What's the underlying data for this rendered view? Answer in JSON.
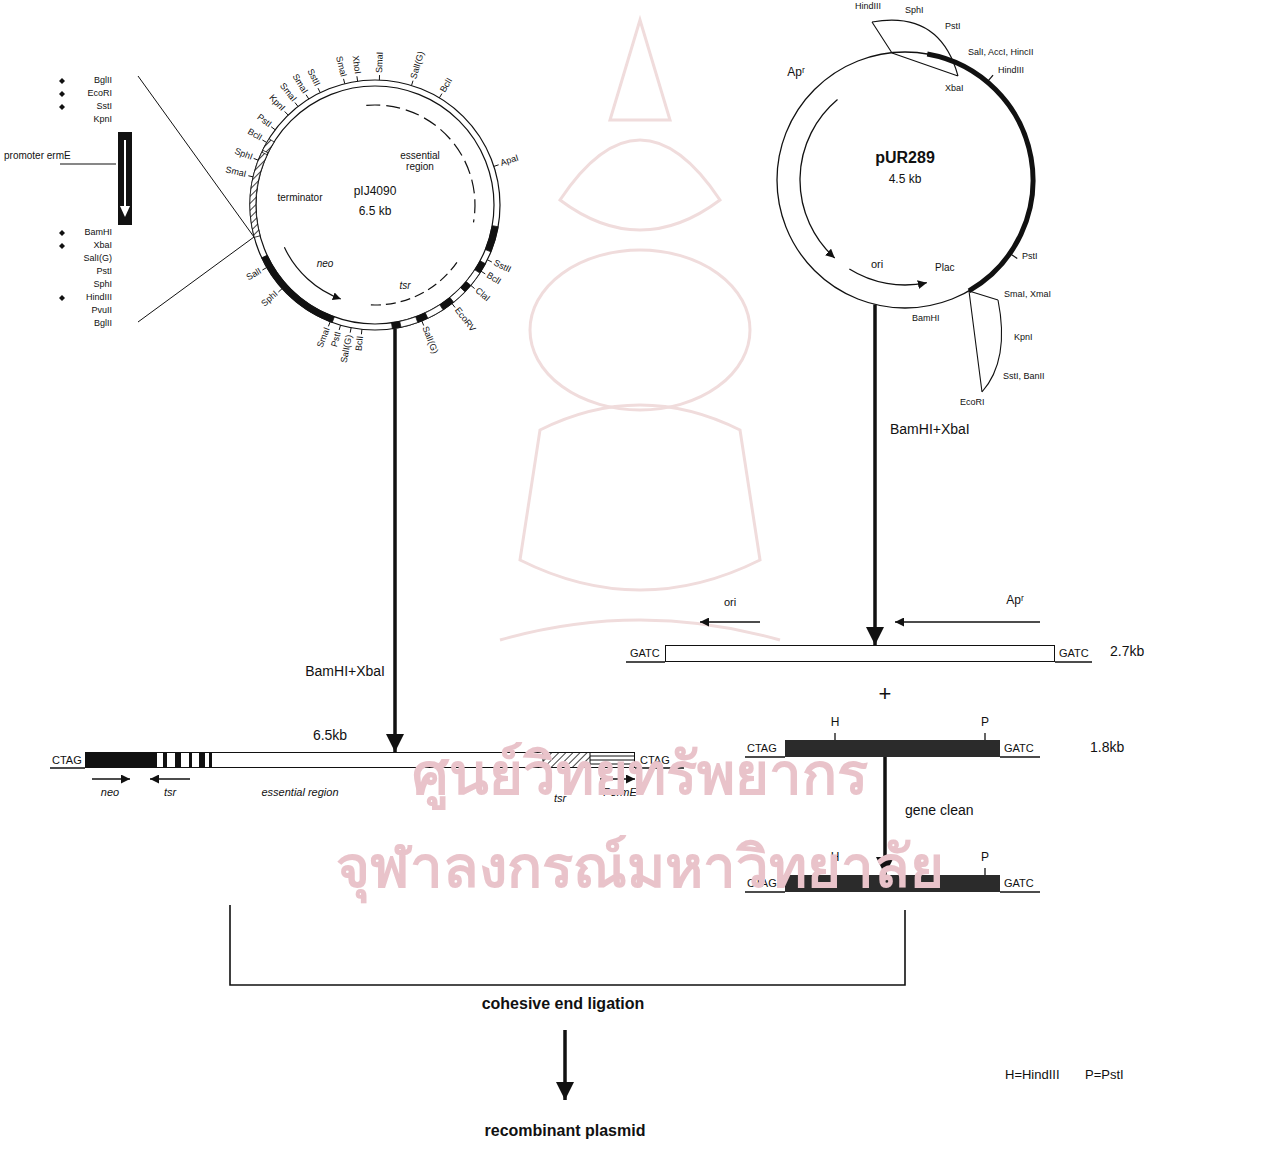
{
  "diagram": {
    "nodes": [
      {
        "text": [
          "pIJ4090",
          "6.5 kb"
        ]
      },
      {
        "text": [
          "pUR289",
          "4.5 kb"
        ]
      },
      {
        "text": [
          "6.5kb"
        ]
      },
      {
        "text": [
          "2.7kb"
        ]
      },
      {
        "text": [
          "H",
          "P",
          "1.8kb"
        ]
      },
      {
        "text": [
          "H",
          "P"
        ]
      }
    ],
    "edges": [
      {
        "from": 0,
        "to": 2,
        "arrow": "to",
        "label": "BamHI+XbaI"
      },
      {
        "from": 1,
        "to": 3,
        "arrow": "to",
        "label": "BamHI+XbaI"
      },
      {
        "from": 4,
        "to": 5,
        "arrow": "to",
        "label": "gene clean"
      }
    ],
    "labels": [
      "KpnI",
      "SmaI",
      "SmaI",
      "SstII",
      "SmaI",
      "XhoI",
      "SmaI",
      "SalI(G)",
      "BclI",
      "ApaI",
      "SstII",
      "BclI",
      "ClaI",
      "EcoRV",
      "SalI(G)",
      "BclI",
      "SalI(G)",
      "PstI",
      "SmaI",
      "SphI",
      "SalI",
      "SmaI",
      "SphI",
      "BclI",
      "PstI",
      "BglII",
      "EcoRI",
      "SstI",
      "KpnI",
      "promoter ermE",
      "BamHI",
      "XbaI",
      "SalI(G)",
      "PstI",
      "SphI",
      "HindIII",
      "PvuII",
      "BglII",
      "essential region",
      "terminator",
      "neo",
      "tsr",
      "HindIII",
      "SphI",
      "PstI",
      "SalI, AccI, HincII",
      "XbaI",
      "HindIII",
      "PstI",
      "Apʳ",
      "ori",
      "Plac",
      "BamHI",
      "SmaI, XmaI",
      "KpnI",
      "SstI, BanII",
      "EcoRI",
      "CTAG",
      "CTAG",
      "neo",
      "tsr",
      "essential region",
      "tsr",
      "PermE",
      "GATC",
      "GATC",
      "ori",
      "Apʳ",
      "+",
      "CTAG",
      "GATC",
      "CTAG",
      "GATC",
      "cohesive end ligation",
      "H=HindIII",
      "P=PstI",
      "recombinant plasmid",
      "ศูนย์วิทยทรัพยากร",
      "จุฬาลงกรณ์มหาวิทยาลัย"
    ]
  }
}
